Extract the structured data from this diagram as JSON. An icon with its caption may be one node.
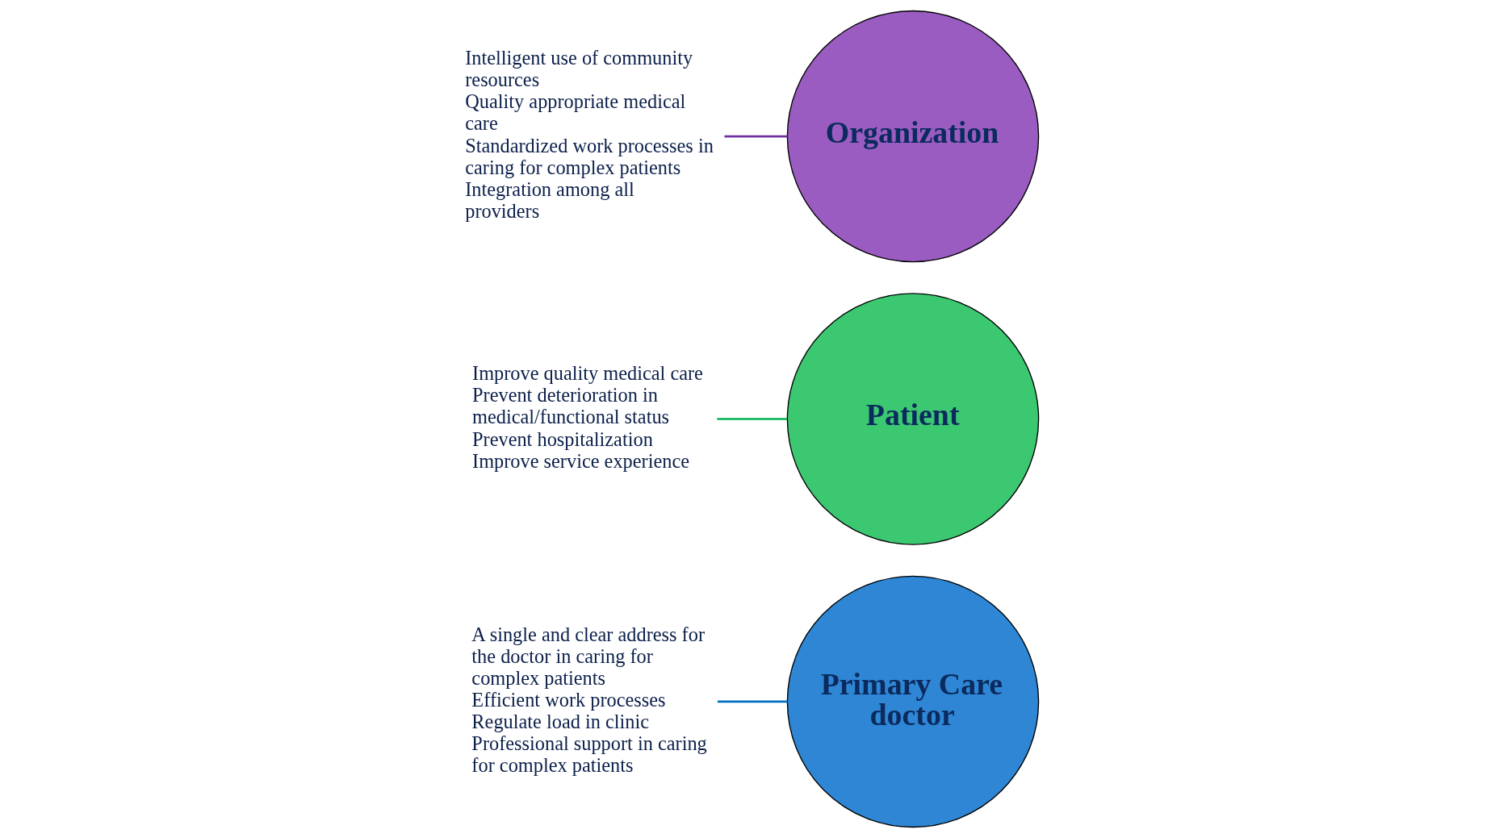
{
  "diagram": {
    "nodes": [
      {
        "text": [
          "Primary Care doctor"
        ]
      },
      {
        "text": [
          "Patient"
        ]
      },
      {
        "text": [
          "Organization"
        ]
      },
      {
        "text": [
          "A single and clear address for the doctor in caring for complex patients",
          "Efficient work processes",
          "Regulate load in clinic",
          "Professional support in caring for complex patients"
        ]
      },
      {
        "text": [
          "Improve quality medical care",
          "Prevent deterioration in medical/functional status",
          "Prevent hospitalization",
          "Improve service experience"
        ]
      },
      {
        "text": [
          "Intelligent use of community resources",
          "Quality appropriate medical care",
          "Standardized work processes in caring for complex patients",
          "Integration among all providers"
        ]
      }
    ],
    "edges": [
      {
        "from": 3,
        "to": 0,
        "arrow": "none",
        "color": "#0070c0"
      },
      {
        "from": 4,
        "to": 1,
        "arrow": "none",
        "color": "#00b050"
      },
      {
        "from": 5,
        "to": 2,
        "arrow": "none",
        "color": "#7030a0"
      }
    ]
  }
}
